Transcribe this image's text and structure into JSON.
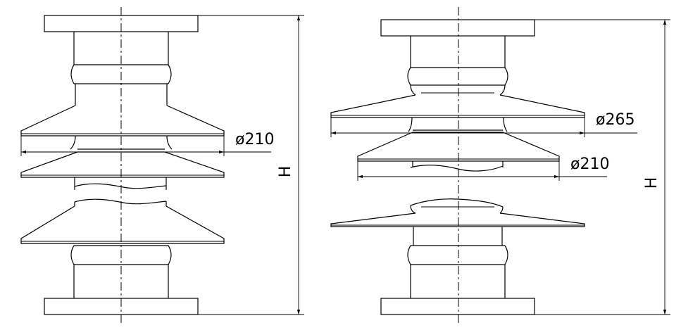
{
  "left_insulator": {
    "shed_diameter_label": "ø210",
    "height_label": "H"
  },
  "right_insulator": {
    "large_shed_diameter_label": "ø265",
    "small_shed_diameter_label": "ø210",
    "height_label": "H"
  }
}
